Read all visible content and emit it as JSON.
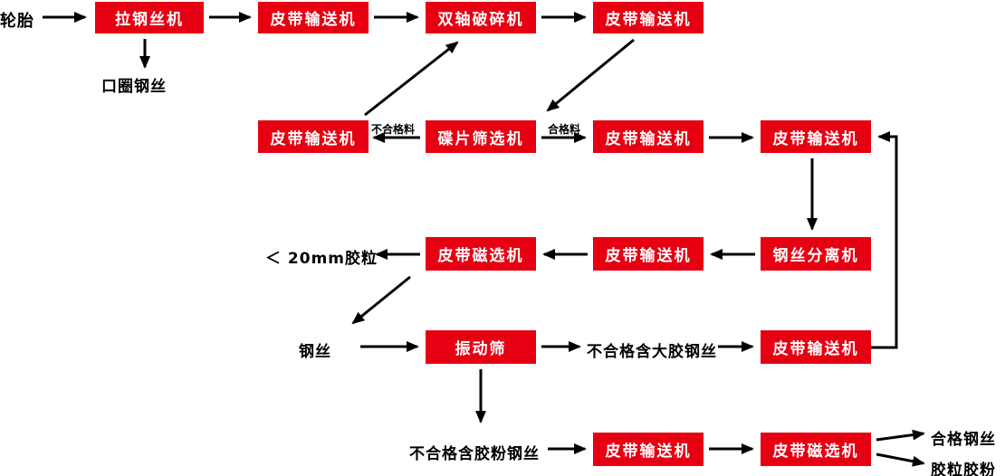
{
  "diagram": {
    "type": "flowchart",
    "description": "tire-recycling-process-flow",
    "colors": {
      "box_bg": "#e60012",
      "box_text": "#ffffff",
      "arrow": "#000000",
      "text": "#000000",
      "background": "#ffffff"
    },
    "nodes": {
      "tire": "轮胎",
      "wire_drawing_machine": "拉钢丝机",
      "belt_conveyor_r1a": "皮带输送机",
      "double_shaft_crusher": "双轴破碎机",
      "belt_conveyor_r1b": "皮带输送机",
      "bead_ring_steel_wire": "口圈钢丝",
      "belt_conveyor_r2a": "皮带输送机",
      "disc_screening_machine": "碟片筛选机",
      "belt_conveyor_r2b": "皮带输送机",
      "belt_conveyor_r2c": "皮带输送机",
      "belt_magnetic_separator_1": "皮带磁选机",
      "belt_conveyor_r3": "皮带输送机",
      "steel_wire_separator": "钢丝分离机",
      "rubber_granules_lt20mm": "＜ 20mm胶粒",
      "steel_wire": "钢丝",
      "vibrating_screen": "振动筛",
      "unqualified_large_rubber_steel_wire": "不合格含大胶钢丝",
      "belt_conveyor_r4": "皮带输送机",
      "unqualified_rubber_powder_steel_wire": "不合格含胶粉钢丝",
      "belt_conveyor_r5": "皮带输送机",
      "belt_magnetic_separator_2": "皮带磁选机",
      "qualified_steel_wire": "合格钢丝",
      "rubber_granules_and_powder": "胶粒胶粉"
    },
    "edge_labels": {
      "unqualified_material": "不合格料",
      "qualified_material": "合格料"
    }
  }
}
